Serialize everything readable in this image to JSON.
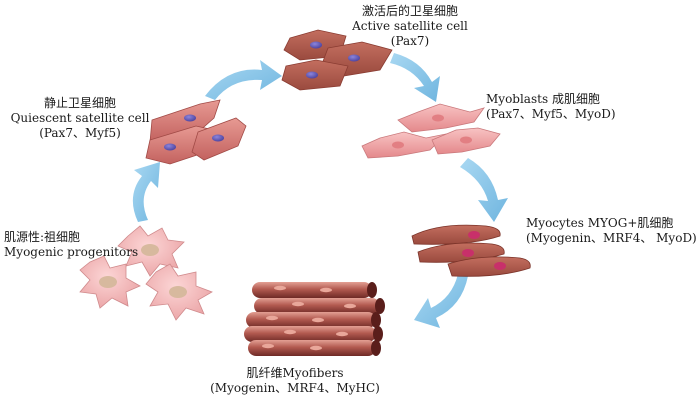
{
  "stages": {
    "active": {
      "zh": "激活后的卫星细胞",
      "en": "Active satellite cell",
      "markers": "(Pax7)"
    },
    "quiescent": {
      "zh": "静止卫星细胞",
      "en": "Quiescent satellite cell",
      "markers": "(Pax7、Myf5)"
    },
    "myoblasts": {
      "en": "Myoblasts",
      "zh": "成肌细胞",
      "markers": "(Pax7、Myf5、MyoD)"
    },
    "progenitors": {
      "zh": "肌源性:祖细胞",
      "en": "Myogenic progenitors"
    },
    "myocytes": {
      "en": "Myocytes",
      "zh": "MYOG+肌细胞",
      "markers": "(Myogenin、MRF4、 MyoD)"
    },
    "myofibers": {
      "title": "肌纤维Myofibers",
      "markers": "(Myogenin、MRF4、MyHC)"
    }
  },
  "colors": {
    "arrow": "#8ec9ea",
    "cell_dark": "#b35a4c",
    "cell_mid": "#d67c78",
    "cell_light": "#f0a7a9",
    "progenitor": "#f6bcbd",
    "nucleus": "#6a5fc0",
    "fiber": "#8e3a34",
    "fiber_light": "#d98a7d"
  }
}
